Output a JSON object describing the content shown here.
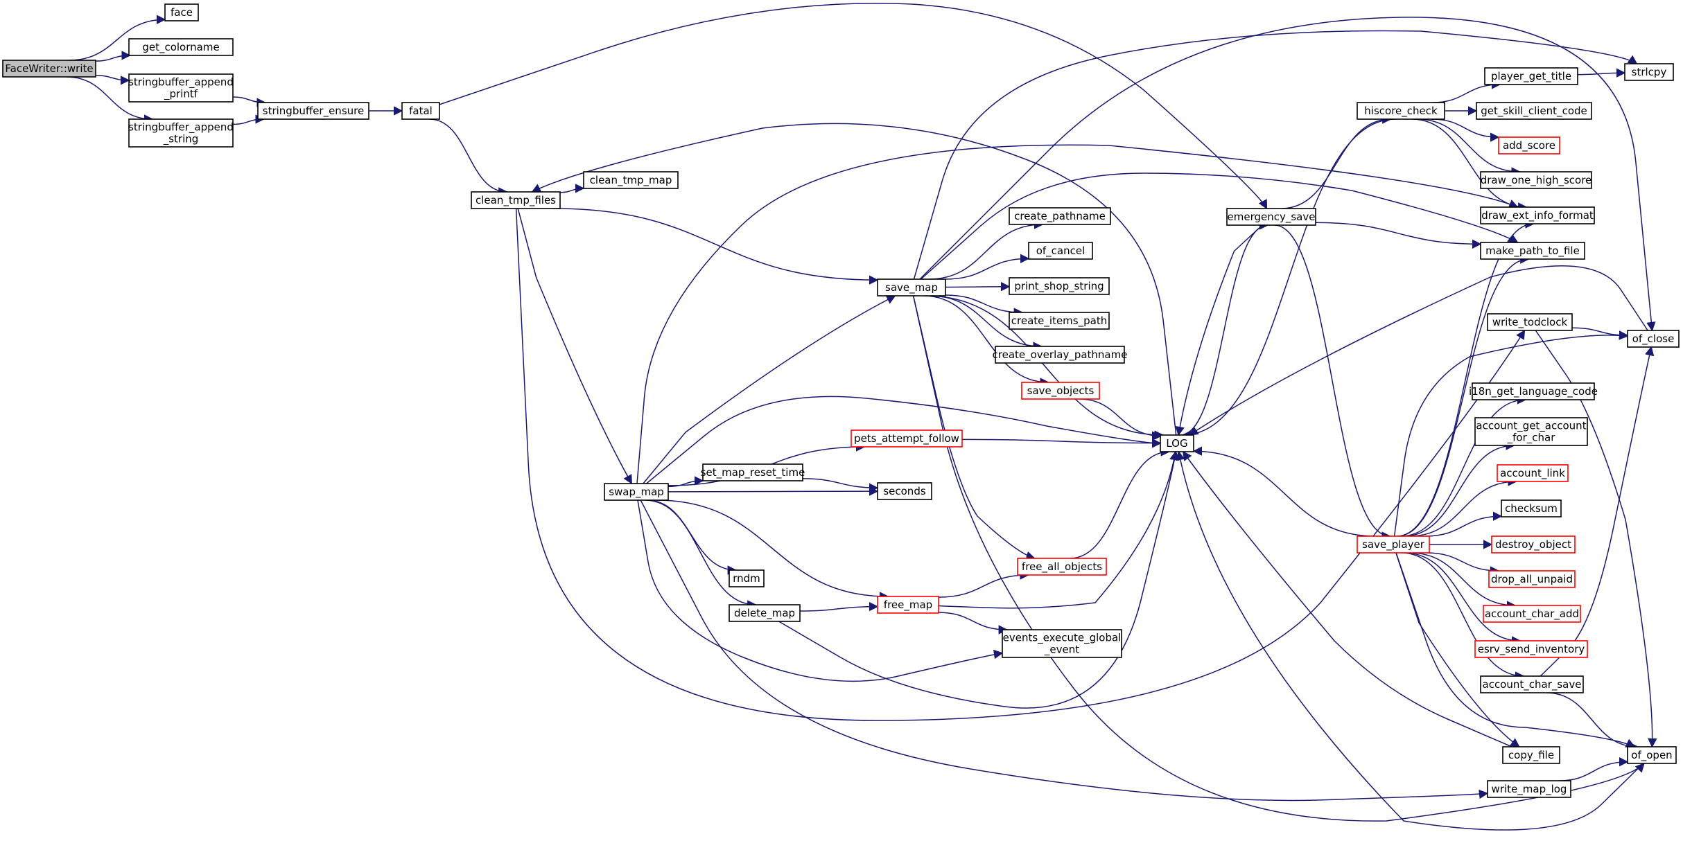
{
  "colors": {
    "edge": "#191970",
    "node_border": "#000000",
    "node_border_truncated": "#ff0000",
    "focus_fill": "#bfbfbf",
    "node_fill": "#ffffff"
  },
  "nodes": [
    {
      "id": "facewriter_write",
      "lines": [
        "FaceWriter::write"
      ],
      "style": "focus"
    },
    {
      "id": "face",
      "lines": [
        "face"
      ],
      "style": "normal"
    },
    {
      "id": "get_colorname",
      "lines": [
        "get_colorname"
      ],
      "style": "normal"
    },
    {
      "id": "sb_append_printf",
      "lines": [
        "stringbuffer_append",
        "_printf"
      ],
      "style": "normal"
    },
    {
      "id": "sb_append_string",
      "lines": [
        "stringbuffer_append",
        "_string"
      ],
      "style": "normal"
    },
    {
      "id": "sb_ensure",
      "lines": [
        "stringbuffer_ensure"
      ],
      "style": "normal"
    },
    {
      "id": "fatal",
      "lines": [
        "fatal"
      ],
      "style": "normal"
    },
    {
      "id": "clean_tmp_files",
      "lines": [
        "clean_tmp_files"
      ],
      "style": "normal"
    },
    {
      "id": "clean_tmp_map",
      "lines": [
        "clean_tmp_map"
      ],
      "style": "normal"
    },
    {
      "id": "save_map",
      "lines": [
        "save_map"
      ],
      "style": "normal"
    },
    {
      "id": "create_pathname",
      "lines": [
        "create_pathname"
      ],
      "style": "normal"
    },
    {
      "id": "of_cancel",
      "lines": [
        "of_cancel"
      ],
      "style": "normal"
    },
    {
      "id": "print_shop_string",
      "lines": [
        "print_shop_string"
      ],
      "style": "normal"
    },
    {
      "id": "create_items_path",
      "lines": [
        "create_items_path"
      ],
      "style": "normal"
    },
    {
      "id": "create_overlay_pathname",
      "lines": [
        "create_overlay_pathname"
      ],
      "style": "normal"
    },
    {
      "id": "save_objects",
      "lines": [
        "save_objects"
      ],
      "style": "truncated"
    },
    {
      "id": "pets_attempt_follow",
      "lines": [
        "pets_attempt_follow"
      ],
      "style": "truncated"
    },
    {
      "id": "swap_map",
      "lines": [
        "swap_map"
      ],
      "style": "normal"
    },
    {
      "id": "set_map_reset_time",
      "lines": [
        "set_map_reset_time"
      ],
      "style": "normal"
    },
    {
      "id": "seconds",
      "lines": [
        "seconds"
      ],
      "style": "normal"
    },
    {
      "id": "rndm",
      "lines": [
        "rndm"
      ],
      "style": "normal"
    },
    {
      "id": "delete_map",
      "lines": [
        "delete_map"
      ],
      "style": "normal"
    },
    {
      "id": "free_map",
      "lines": [
        "free_map"
      ],
      "style": "truncated"
    },
    {
      "id": "free_all_objects",
      "lines": [
        "free_all_objects"
      ],
      "style": "truncated"
    },
    {
      "id": "events_execute",
      "lines": [
        "events_execute_global",
        "_event"
      ],
      "style": "normal"
    },
    {
      "id": "log",
      "lines": [
        "LOG"
      ],
      "style": "normal"
    },
    {
      "id": "emergency_save",
      "lines": [
        "emergency_save"
      ],
      "style": "normal"
    },
    {
      "id": "hiscore_check",
      "lines": [
        "hiscore_check"
      ],
      "style": "normal"
    },
    {
      "id": "player_get_title",
      "lines": [
        "player_get_title"
      ],
      "style": "normal"
    },
    {
      "id": "get_skill_client_code",
      "lines": [
        "get_skill_client_code"
      ],
      "style": "normal"
    },
    {
      "id": "add_score",
      "lines": [
        "add_score"
      ],
      "style": "truncated"
    },
    {
      "id": "draw_one_high_score",
      "lines": [
        "draw_one_high_score"
      ],
      "style": "normal"
    },
    {
      "id": "draw_ext_info_format",
      "lines": [
        "draw_ext_info_format"
      ],
      "style": "normal"
    },
    {
      "id": "make_path_to_file",
      "lines": [
        "make_path_to_file"
      ],
      "style": "normal"
    },
    {
      "id": "strlcpy",
      "lines": [
        "strlcpy"
      ],
      "style": "normal"
    },
    {
      "id": "write_todclock",
      "lines": [
        "write_todclock"
      ],
      "style": "normal"
    },
    {
      "id": "of_close",
      "lines": [
        "of_close"
      ],
      "style": "normal"
    },
    {
      "id": "i18n_get_language_code",
      "lines": [
        "i18n_get_language_code"
      ],
      "style": "normal"
    },
    {
      "id": "account_get_account_for_char",
      "lines": [
        "account_get_account",
        "_for_char"
      ],
      "style": "normal"
    },
    {
      "id": "account_link",
      "lines": [
        "account_link"
      ],
      "style": "truncated"
    },
    {
      "id": "checksum",
      "lines": [
        "checksum"
      ],
      "style": "normal"
    },
    {
      "id": "save_player",
      "lines": [
        "save_player"
      ],
      "style": "truncated"
    },
    {
      "id": "destroy_object",
      "lines": [
        "destroy_object"
      ],
      "style": "truncated"
    },
    {
      "id": "drop_all_unpaid",
      "lines": [
        "drop_all_unpaid"
      ],
      "style": "truncated"
    },
    {
      "id": "account_char_add",
      "lines": [
        "account_char_add"
      ],
      "style": "truncated"
    },
    {
      "id": "esrv_send_inventory",
      "lines": [
        "esrv_send_inventory"
      ],
      "style": "truncated"
    },
    {
      "id": "account_char_save",
      "lines": [
        "account_char_save"
      ],
      "style": "normal"
    },
    {
      "id": "copy_file",
      "lines": [
        "copy_file"
      ],
      "style": "normal"
    },
    {
      "id": "of_open",
      "lines": [
        "of_open"
      ],
      "style": "normal"
    },
    {
      "id": "write_map_log",
      "lines": [
        "write_map_log"
      ],
      "style": "normal"
    }
  ],
  "edges": [
    [
      "facewriter_write",
      "face"
    ],
    [
      "facewriter_write",
      "get_colorname"
    ],
    [
      "facewriter_write",
      "sb_append_printf"
    ],
    [
      "facewriter_write",
      "sb_append_string"
    ],
    [
      "sb_append_printf",
      "sb_ensure"
    ],
    [
      "sb_append_string",
      "sb_ensure"
    ],
    [
      "sb_ensure",
      "fatal"
    ],
    [
      "fatal",
      "clean_tmp_files"
    ],
    [
      "fatal",
      "emergency_save"
    ],
    [
      "clean_tmp_files",
      "clean_tmp_map"
    ],
    [
      "clean_tmp_files",
      "save_map"
    ],
    [
      "clean_tmp_files",
      "swap_map"
    ],
    [
      "clean_tmp_files",
      "write_todclock"
    ],
    [
      "save_map",
      "create_pathname"
    ],
    [
      "save_map",
      "of_cancel"
    ],
    [
      "save_map",
      "print_shop_string"
    ],
    [
      "save_map",
      "create_items_path"
    ],
    [
      "save_map",
      "create_overlay_pathname"
    ],
    [
      "save_map",
      "save_objects"
    ],
    [
      "save_map",
      "log"
    ],
    [
      "save_map",
      "strlcpy"
    ],
    [
      "save_map",
      "make_path_to_file"
    ],
    [
      "save_map",
      "free_all_objects"
    ],
    [
      "save_map",
      "of_open"
    ],
    [
      "save_map",
      "of_close"
    ],
    [
      "save_objects",
      "log"
    ],
    [
      "swap_map",
      "save_map"
    ],
    [
      "swap_map",
      "pets_attempt_follow"
    ],
    [
      "swap_map",
      "set_map_reset_time"
    ],
    [
      "swap_map",
      "seconds"
    ],
    [
      "swap_map",
      "rndm"
    ],
    [
      "swap_map",
      "delete_map"
    ],
    [
      "swap_map",
      "free_map"
    ],
    [
      "swap_map",
      "events_execute"
    ],
    [
      "swap_map",
      "log"
    ],
    [
      "swap_map",
      "draw_ext_info_format"
    ],
    [
      "swap_map",
      "write_map_log"
    ],
    [
      "pets_attempt_follow",
      "log"
    ],
    [
      "set_map_reset_time",
      "seconds"
    ],
    [
      "delete_map",
      "free_map"
    ],
    [
      "delete_map",
      "log"
    ],
    [
      "free_map",
      "free_all_objects"
    ],
    [
      "free_map",
      "events_execute"
    ],
    [
      "free_map",
      "log"
    ],
    [
      "free_all_objects",
      "log"
    ],
    [
      "log",
      "clean_tmp_files"
    ],
    [
      "log",
      "emergency_save"
    ],
    [
      "emergency_save",
      "hiscore_check"
    ],
    [
      "emergency_save",
      "save_player"
    ],
    [
      "emergency_save",
      "log"
    ],
    [
      "emergency_save",
      "make_path_to_file"
    ],
    [
      "hiscore_check",
      "player_get_title"
    ],
    [
      "hiscore_check",
      "get_skill_client_code"
    ],
    [
      "hiscore_check",
      "add_score"
    ],
    [
      "hiscore_check",
      "draw_one_high_score"
    ],
    [
      "hiscore_check",
      "draw_ext_info_format"
    ],
    [
      "hiscore_check",
      "log"
    ],
    [
      "player_get_title",
      "strlcpy"
    ],
    [
      "write_todclock",
      "of_close"
    ],
    [
      "write_todclock",
      "of_open"
    ],
    [
      "of_close",
      "log"
    ],
    [
      "save_player",
      "log"
    ],
    [
      "save_player",
      "draw_ext_info_format"
    ],
    [
      "save_player",
      "make_path_to_file"
    ],
    [
      "save_player",
      "i18n_get_language_code"
    ],
    [
      "save_player",
      "account_get_account_for_char"
    ],
    [
      "save_player",
      "account_link"
    ],
    [
      "save_player",
      "checksum"
    ],
    [
      "save_player",
      "destroy_object"
    ],
    [
      "save_player",
      "drop_all_unpaid"
    ],
    [
      "save_player",
      "account_char_add"
    ],
    [
      "save_player",
      "esrv_send_inventory"
    ],
    [
      "save_player",
      "account_char_save"
    ],
    [
      "save_player",
      "copy_file"
    ],
    [
      "save_player",
      "of_open"
    ],
    [
      "save_player",
      "of_close"
    ],
    [
      "account_char_save",
      "of_close"
    ],
    [
      "account_char_save",
      "of_open"
    ],
    [
      "copy_file",
      "log"
    ],
    [
      "of_open",
      "log"
    ],
    [
      "write_map_log",
      "of_open"
    ]
  ]
}
